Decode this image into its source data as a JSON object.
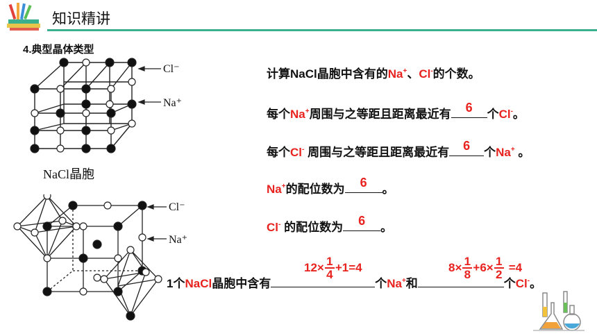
{
  "header": {
    "title": "知识精讲",
    "accent_color": "#3bb08f"
  },
  "section_heading": "4.典型晶体类型",
  "diagram1": {
    "label_cl": "Cl⁻",
    "label_na": "Na⁺",
    "caption": "NaCl晶胞"
  },
  "diagram2": {
    "label_cl": "Cl⁻",
    "label_na": "Na⁺"
  },
  "questions": {
    "q1": {
      "pre": "计算NaCl晶胞中含有的",
      "na": "Na",
      "sep": "、",
      "cl": "Cl",
      "post": "的个数。"
    },
    "q2": {
      "pre": "每个",
      "na": "Na",
      "mid": "周围与之等距且距离最近有",
      "answer": "6",
      "post1": "个",
      "cl": "Cl",
      "post2": "。"
    },
    "q3": {
      "pre": "每个",
      "cl": "Cl",
      "mid": " 周围与之等距且距离最近有",
      "answer": "6",
      "post1": "个",
      "na": "Na",
      "post2": " 。"
    },
    "q4": {
      "na": "Na",
      "mid": "的配位数为",
      "answer": "6",
      "post": "。"
    },
    "q5": {
      "cl": "Cl",
      "mid": " 的配位数为",
      "answer": "6",
      "post": "。"
    },
    "q6": {
      "pre": "1个",
      "nacl": "NaCl",
      "mid": "晶胞中含有",
      "ans1_a": "12×",
      "ans1_num": "1",
      "ans1_den": "4",
      "ans1_b": "+1=4",
      "post1": "个",
      "na": "Na",
      "and": "和",
      "ans2_a": "8×",
      "ans2_num1": "1",
      "ans2_den1": "8",
      "ans2_b": "+6×",
      "ans2_num2": "1",
      "ans2_den2": "2",
      "ans2_c": "=4",
      "post2": "个",
      "cl": "Cl",
      "end": "。"
    }
  }
}
